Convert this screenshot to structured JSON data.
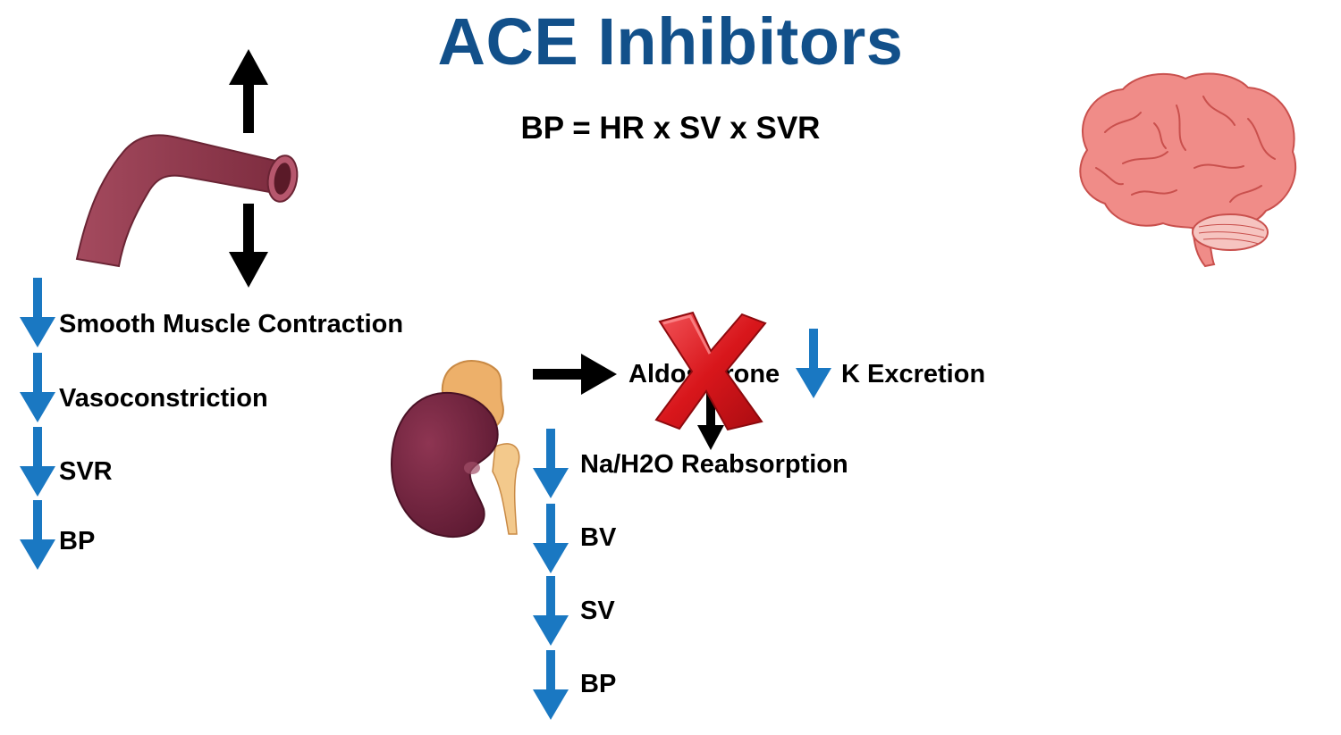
{
  "title": "ACE Inhibitors",
  "formula": "BP = HR x SV x SVR",
  "vessel_effects": [
    "Smooth Muscle Contraction",
    "Vasoconstriction",
    "SVR",
    "BP"
  ],
  "aldosterone_label": "Aldosterone",
  "k_excretion_label": "K Excretion",
  "renal_effects": [
    "Na/H2O Reabsorption",
    "BV",
    "SV",
    "BP"
  ],
  "colors": {
    "title": "#12508a",
    "down_arrow": "#1a78c2",
    "black_arrow": "#000000",
    "x_mark": "#d8161b",
    "vessel": "#8a3347",
    "kidney": "#6b1d36",
    "adrenal": "#edb06a",
    "brain": "#f08c88"
  },
  "icons": [
    "blood-vessel-icon",
    "brain-icon",
    "kidney-icon",
    "adrenal-gland-icon",
    "red-x-mark-icon"
  ]
}
